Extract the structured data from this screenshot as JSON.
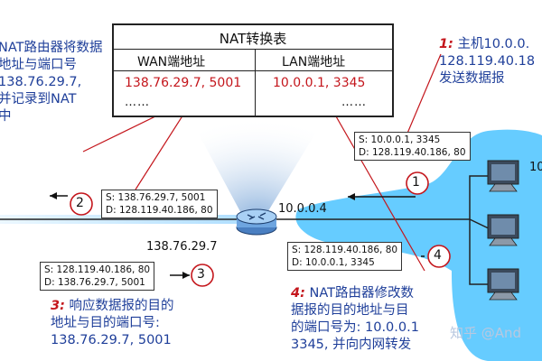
{
  "nat_table": {
    "title": "NAT转换表",
    "wan_header": "WAN端地址",
    "lan_header": "LAN端地址",
    "wan_value": "138.76.29.7, 5001",
    "lan_value": "10.0.0.1, 3345",
    "wan_ellipsis": "……",
    "lan_ellipsis": "……"
  },
  "note_left": {
    "line1": "NAT路由器将数据",
    "line2": "地址与端口号",
    "line3": "138.76.29.7,",
    "line4": "并记录到NAT",
    "line5": "中"
  },
  "step1": {
    "number": "1:",
    "line1": "主机10.0.0.",
    "line2": "128.119.40.18",
    "line3": "发送数据报"
  },
  "step3": {
    "number": "3:",
    "line1": "响应数据报的目的",
    "line2": "地址与目的端口号:",
    "line3": "138.76.29.7, 5001"
  },
  "step4": {
    "number": "4:",
    "line1": "NAT路由器修改数",
    "line2": "据报的目的地址与目",
    "line3": "的端口号为: 10.0.0.1",
    "line4": "3345, 并向内网转发"
  },
  "packets": {
    "p1": {
      "s": "S: 10.0.0.1, 3345",
      "d": "D: 128.119.40.186, 80"
    },
    "p2": {
      "s": "S: 138.76.29.7, 5001",
      "d": "D: 128.119.40.186, 80"
    },
    "p3": {
      "s": "S: 128.119.40.186, 80",
      "d": "D: 138.76.29.7, 5001"
    },
    "p4": {
      "s": "S: 128.119.40.186, 80",
      "d": "D: 10.0.0.1, 3345"
    }
  },
  "circles": [
    "1",
    "2",
    "3",
    "4"
  ],
  "router_lan_ip": "10.0.0.4",
  "router_wan_ip": "138.76.29.7",
  "host_label_partial": "10",
  "watermark": "知乎 @And",
  "colors": {
    "lan_cloud": "#66ccff",
    "accent_red": "#c4161c",
    "text_blue": "#1f3f9a"
  }
}
